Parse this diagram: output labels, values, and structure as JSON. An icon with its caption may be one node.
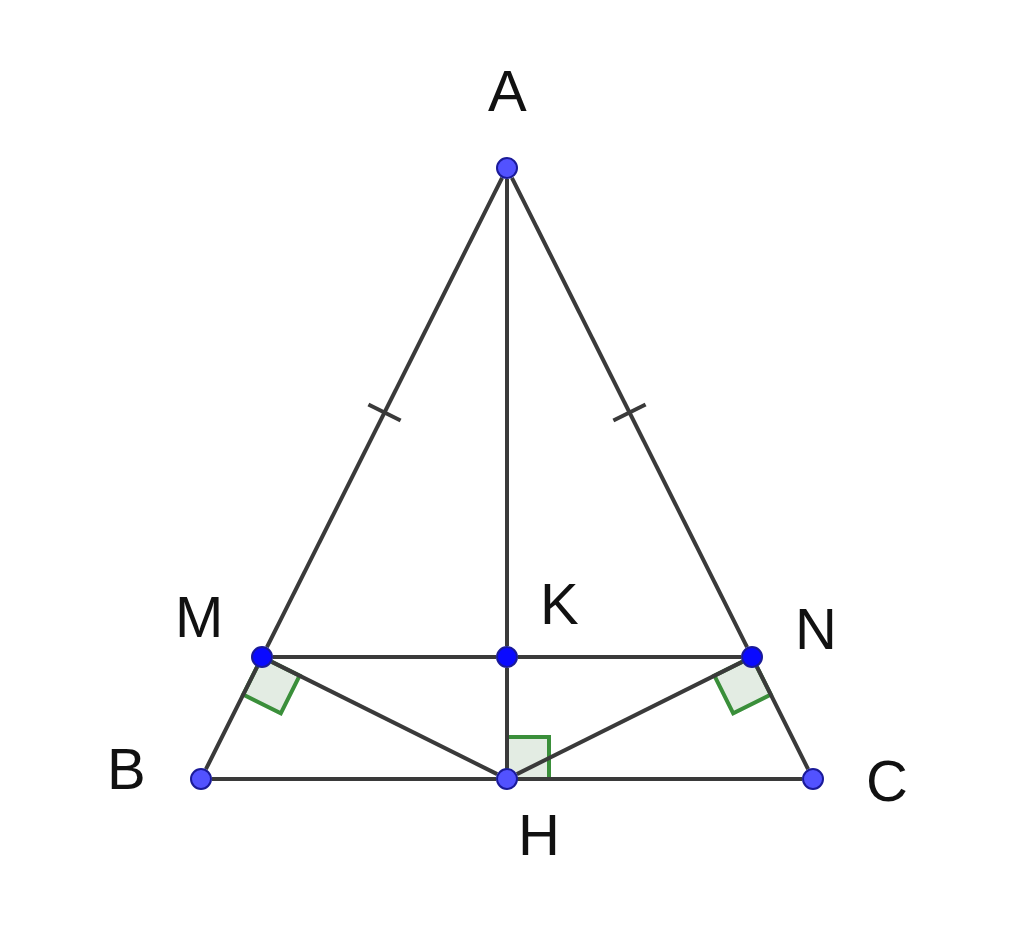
{
  "diagram": {
    "nodes": [
      {
        "text": [],
        "shape": "circle",
        "beside": [
          "A"
        ]
      },
      {
        "text": [],
        "shape": "circle",
        "beside": [
          "M"
        ]
      },
      {
        "text": [],
        "shape": "circle",
        "beside": [
          "K"
        ]
      },
      {
        "text": [],
        "shape": "circle",
        "beside": [
          "N"
        ]
      },
      {
        "text": [],
        "shape": "circle",
        "beside": [
          "B"
        ]
      },
      {
        "text": [],
        "shape": "circle",
        "beside": [
          "H"
        ]
      },
      {
        "text": [],
        "shape": "circle",
        "beside": [
          "C"
        ]
      }
    ],
    "edges": [
      {
        "from": 0,
        "to": 1,
        "arrow": "none"
      },
      {
        "from": 1,
        "to": 4,
        "arrow": "none"
      },
      {
        "from": 0,
        "to": 3,
        "arrow": "none"
      },
      {
        "from": 3,
        "to": 6,
        "arrow": "none"
      },
      {
        "from": 0,
        "to": 2,
        "arrow": "none"
      },
      {
        "from": 2,
        "to": 5,
        "arrow": "none"
      },
      {
        "from": 1,
        "to": 2,
        "arrow": "none"
      },
      {
        "from": 2,
        "to": 3,
        "arrow": "none"
      },
      {
        "from": 4,
        "to": 5,
        "arrow": "none"
      },
      {
        "from": 5,
        "to": 6,
        "arrow": "none"
      },
      {
        "from": 1,
        "to": 5,
        "arrow": "none"
      },
      {
        "from": 3,
        "to": 5,
        "arrow": "none"
      }
    ]
  }
}
